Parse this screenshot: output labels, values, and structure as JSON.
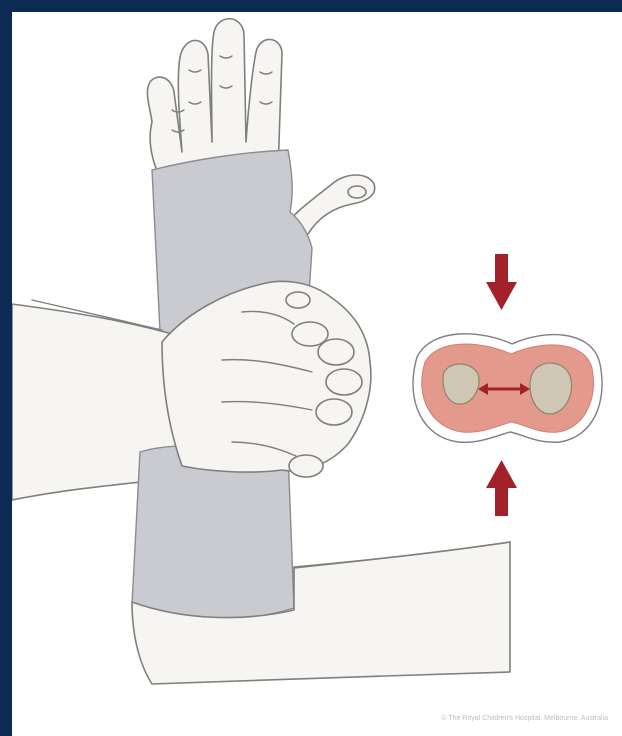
{
  "colors": {
    "border": "#0d2a55",
    "background": "#ffffff",
    "skin": "#f7f5f1",
    "outline": "#7f7f7f",
    "cast": "#c9cbd1",
    "cross_section_fill": "#e39a8c",
    "bone": "#cfc7b4",
    "arrow": "#a3212a"
  },
  "icons": [
    "compression-arrow-down",
    "compression-arrow-up",
    "forearm-cross-section",
    "hands-squeezing-cast"
  ],
  "credit": "© The Royal Children's Hospital, Melbourne, Australia"
}
